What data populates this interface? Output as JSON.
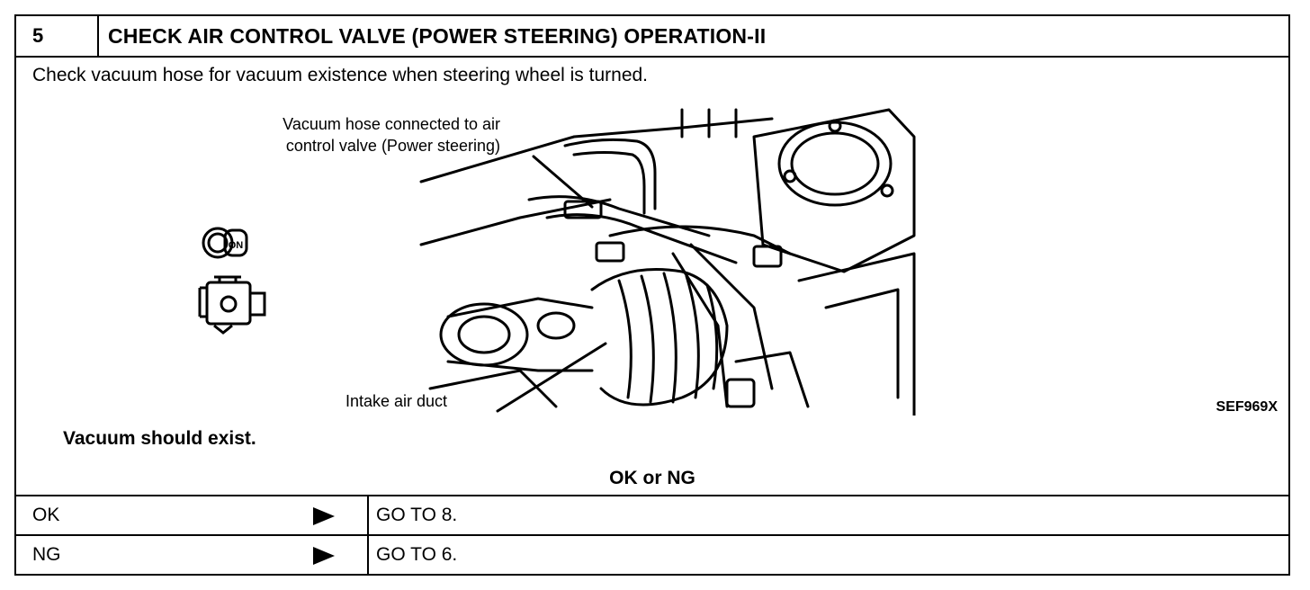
{
  "step": {
    "number": "5",
    "title": "CHECK AIR CONTROL VALVE (POWER STEERING) OPERATION-II"
  },
  "instruction": "Check vacuum hose for vacuum existence when steering wheel is turned.",
  "figure": {
    "callout_hose_line1": "Vacuum hose connected to air",
    "callout_hose_line2": "control valve (Power steering)",
    "callout_duct": "Intake air duct",
    "figure_id": "SEF969X",
    "key_label": "ON"
  },
  "expectation": "Vacuum should exist.",
  "result_heading": "OK or NG",
  "results": [
    {
      "label": "OK",
      "action": "GO TO 8."
    },
    {
      "label": "NG",
      "action": "GO TO 6."
    }
  ]
}
